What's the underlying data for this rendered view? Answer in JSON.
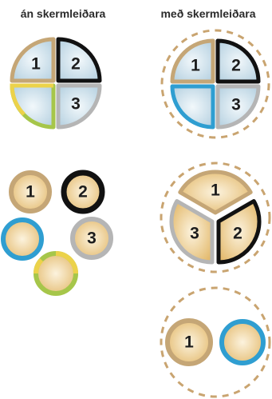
{
  "headers": {
    "left": "án skermleiðara",
    "right": "með skermleiðara"
  },
  "labels": {
    "one": "1",
    "two": "2",
    "three": "3"
  },
  "colors": {
    "blue_fill": "#c2d9e6",
    "blue_fill_hi": "#eef6fa",
    "gold_fill": "#e9c57f",
    "gold_fill_hi": "#fbf0d8",
    "border_tan": "#c5a676",
    "border_black": "#111111",
    "border_blue": "#2f9ed1",
    "border_gray": "#b5b5b5",
    "border_green": "#a6c64a",
    "border_yellow": "#ecd24a",
    "guide_dash": "#c9a470"
  }
}
